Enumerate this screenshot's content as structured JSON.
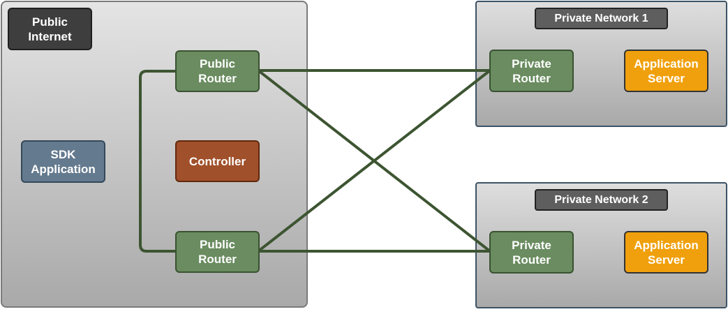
{
  "public_zone": {
    "label": "Public\nInternet"
  },
  "nodes": {
    "public_router_1": "Public\nRouter",
    "public_router_2": "Public\nRouter",
    "sdk_application": "SDK\nApplication",
    "controller": "Controller"
  },
  "private_networks": [
    {
      "title": "Private Network 1",
      "router": "Private\nRouter",
      "server": "Application\nServer"
    },
    {
      "title": "Private Network 2",
      "router": "Private\nRouter",
      "server": "Application\nServer"
    }
  ],
  "colors": {
    "router": "#6a8c60",
    "sdk": "#647a8e",
    "controller": "#a0502a",
    "server": "#f0a00c",
    "link": "#3d5532"
  }
}
